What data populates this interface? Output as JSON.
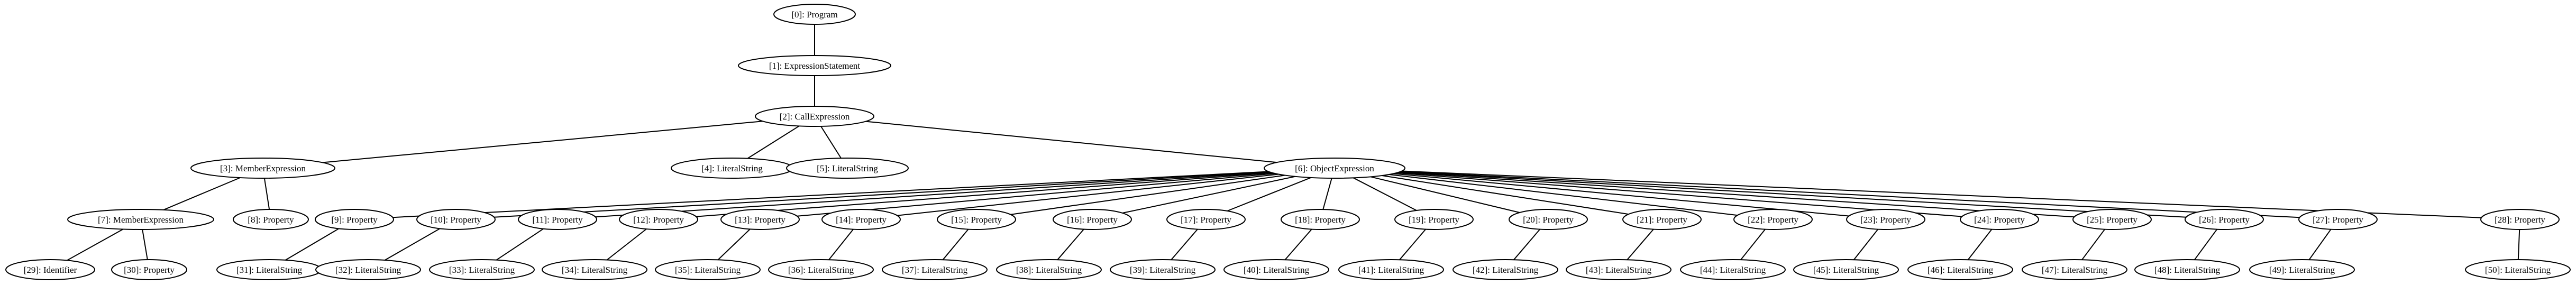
{
  "diagram": {
    "type": "syntax-tree",
    "nodes": [
      {
        "id": 0,
        "label": "[0]: Program"
      },
      {
        "id": 1,
        "label": "[1]: ExpressionStatement"
      },
      {
        "id": 2,
        "label": "[2]: CallExpression"
      },
      {
        "id": 3,
        "label": "[3]: MemberExpression"
      },
      {
        "id": 4,
        "label": "[4]: LiteralString"
      },
      {
        "id": 5,
        "label": "[5]: LiteralString"
      },
      {
        "id": 6,
        "label": "[6]: ObjectExpression"
      },
      {
        "id": 7,
        "label": "[7]: MemberExpression"
      },
      {
        "id": 8,
        "label": "[8]: Property"
      },
      {
        "id": 9,
        "label": "[9]: Property"
      },
      {
        "id": 10,
        "label": "[10]: Property"
      },
      {
        "id": 11,
        "label": "[11]: Property"
      },
      {
        "id": 12,
        "label": "[12]: Property"
      },
      {
        "id": 13,
        "label": "[13]: Property"
      },
      {
        "id": 14,
        "label": "[14]: Property"
      },
      {
        "id": 15,
        "label": "[15]: Property"
      },
      {
        "id": 16,
        "label": "[16]: Property"
      },
      {
        "id": 17,
        "label": "[17]: Property"
      },
      {
        "id": 18,
        "label": "[18]: Property"
      },
      {
        "id": 19,
        "label": "[19]: Property"
      },
      {
        "id": 20,
        "label": "[20]: Property"
      },
      {
        "id": 21,
        "label": "[21]: Property"
      },
      {
        "id": 22,
        "label": "[22]: Property"
      },
      {
        "id": 23,
        "label": "[23]: Property"
      },
      {
        "id": 24,
        "label": "[24]: Property"
      },
      {
        "id": 25,
        "label": "[25]: Property"
      },
      {
        "id": 26,
        "label": "[26]: Property"
      },
      {
        "id": 27,
        "label": "[27]: Property"
      },
      {
        "id": 28,
        "label": "[28]: Property"
      },
      {
        "id": 29,
        "label": "[29]: Identifier"
      },
      {
        "id": 30,
        "label": "[30]: Property"
      },
      {
        "id": 31,
        "label": "[31]: LiteralString"
      },
      {
        "id": 32,
        "label": "[32]: LiteralString"
      },
      {
        "id": 33,
        "label": "[33]: LiteralString"
      },
      {
        "id": 34,
        "label": "[34]: LiteralString"
      },
      {
        "id": 35,
        "label": "[35]: LiteralString"
      },
      {
        "id": 36,
        "label": "[36]: LiteralString"
      },
      {
        "id": 37,
        "label": "[37]: LiteralString"
      },
      {
        "id": 38,
        "label": "[38]: LiteralString"
      },
      {
        "id": 39,
        "label": "[39]: LiteralString"
      },
      {
        "id": 40,
        "label": "[40]: LiteralString"
      },
      {
        "id": 41,
        "label": "[41]: LiteralString"
      },
      {
        "id": 42,
        "label": "[42]: LiteralString"
      },
      {
        "id": 43,
        "label": "[43]: LiteralString"
      },
      {
        "id": 44,
        "label": "[44]: LiteralString"
      },
      {
        "id": 45,
        "label": "[45]: LiteralString"
      },
      {
        "id": 46,
        "label": "[46]: LiteralString"
      },
      {
        "id": 47,
        "label": "[47]: LiteralString"
      },
      {
        "id": 48,
        "label": "[48]: LiteralString"
      },
      {
        "id": 49,
        "label": "[49]: LiteralString"
      },
      {
        "id": 50,
        "label": "[50]: LiteralString"
      }
    ],
    "edges": [
      [
        0,
        1
      ],
      [
        1,
        2
      ],
      [
        2,
        3
      ],
      [
        2,
        4
      ],
      [
        2,
        5
      ],
      [
        2,
        6
      ],
      [
        3,
        7
      ],
      [
        3,
        8
      ],
      [
        6,
        9
      ],
      [
        6,
        10
      ],
      [
        6,
        11
      ],
      [
        6,
        12
      ],
      [
        6,
        13
      ],
      [
        6,
        14
      ],
      [
        6,
        15
      ],
      [
        6,
        16
      ],
      [
        6,
        17
      ],
      [
        6,
        18
      ],
      [
        6,
        19
      ],
      [
        6,
        20
      ],
      [
        6,
        21
      ],
      [
        6,
        22
      ],
      [
        6,
        23
      ],
      [
        6,
        24
      ],
      [
        6,
        25
      ],
      [
        6,
        26
      ],
      [
        6,
        27
      ],
      [
        6,
        28
      ],
      [
        7,
        29
      ],
      [
        7,
        30
      ],
      [
        9,
        31
      ],
      [
        10,
        32
      ],
      [
        11,
        33
      ],
      [
        12,
        34
      ],
      [
        13,
        35
      ],
      [
        14,
        36
      ],
      [
        15,
        37
      ],
      [
        16,
        38
      ],
      [
        17,
        39
      ],
      [
        18,
        40
      ],
      [
        19,
        41
      ],
      [
        20,
        42
      ],
      [
        21,
        43
      ],
      [
        22,
        44
      ],
      [
        23,
        45
      ],
      [
        24,
        46
      ],
      [
        25,
        47
      ],
      [
        26,
        48
      ],
      [
        27,
        49
      ],
      [
        28,
        50
      ]
    ]
  }
}
